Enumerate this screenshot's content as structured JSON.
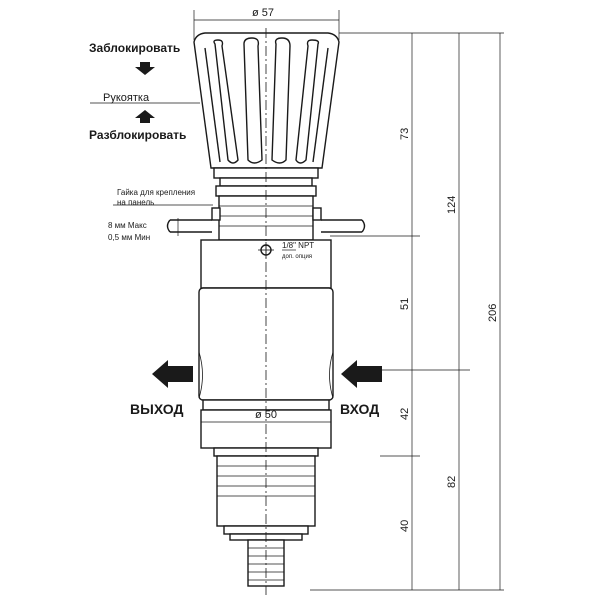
{
  "labels": {
    "lock": "Заблокировать",
    "handle": "Рукоятка",
    "unlock": "Разблокировать",
    "panel_nut_line1": "Гайка для крепления",
    "panel_nut_line2": "на панель",
    "panel_max": "8 мм Макс",
    "panel_min": "0,5 мм Мин",
    "port_size": "1/8\" NPT",
    "port_option": "доп. опция",
    "outlet": "ВЫХОД",
    "inlet": "ВХОД"
  },
  "dimensions": {
    "top_diameter": "ø 57",
    "body_diameter": "ø 50",
    "d73": "73",
    "d124": "124",
    "d206": "206",
    "d51": "51",
    "d42": "42",
    "d82": "82",
    "d40": "40"
  },
  "icons": {
    "lock_arrow": "arrow-down-icon",
    "unlock_arrow": "arrow-up-icon",
    "outlet_arrow": "arrow-left-icon",
    "inlet_arrow": "arrow-left-icon"
  }
}
